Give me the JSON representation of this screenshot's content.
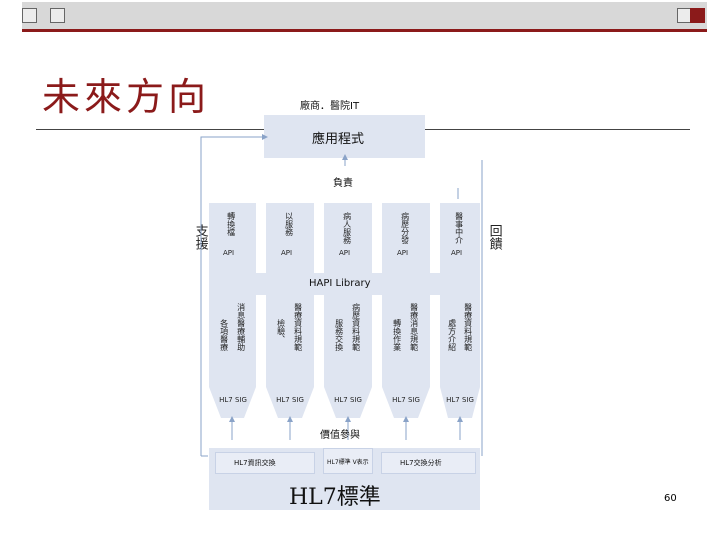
{
  "slide": {
    "title": "未來方向",
    "page_number": "60"
  },
  "diagram": {
    "top_label": "廠商．醫院IT",
    "app_box": "應用程式",
    "mid_label": "負責",
    "left_side": "支援",
    "right_side": "回饋",
    "apis": [
      {
        "text": "轉換檔",
        "api": "API"
      },
      {
        "text": "以服務",
        "api": "API"
      },
      {
        "text": "病人服務",
        "api": "API"
      },
      {
        "text": "病歷分發",
        "api": "API"
      },
      {
        "text": "醫事中介",
        "api": "API"
      }
    ],
    "library": "HAPI Library",
    "lower": [
      {
        "cols": [
          "各項醫療",
          "消息醫療輔助"
        ]
      },
      {
        "cols": [
          "檢驗、",
          "醫療資料規範"
        ]
      },
      {
        "cols": [
          "服務交換",
          "病歷資料規範"
        ]
      },
      {
        "cols": [
          "轉換作業",
          "醫療消息規範"
        ]
      },
      {
        "cols": [
          "處方介紹",
          "醫療資料規範"
        ]
      }
    ],
    "sig": "HL7 SIG",
    "bottom_label": "價值參與",
    "bottom_boxes": [
      "HL7資訊交換",
      "HL7標準 V表示",
      "HL7交換分析"
    ],
    "hl7": "HL7標準"
  }
}
